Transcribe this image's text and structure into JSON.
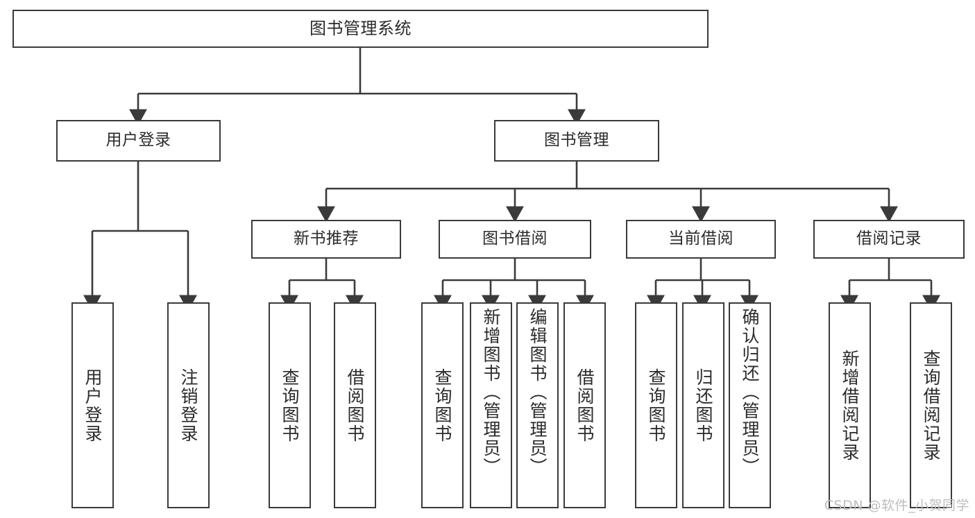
{
  "diagram": {
    "title": "图书管理系统",
    "type": "tree-hierarchy-chart",
    "stroke_color": "#3a3a3a",
    "text_color": "#2b2b2b",
    "background_color": "#ffffff"
  },
  "root": {
    "label": "图书管理系统"
  },
  "level1": [
    {
      "label": "用户登录"
    },
    {
      "label": "图书管理"
    }
  ],
  "level2": [
    {
      "label": "新书推荐"
    },
    {
      "label": "图书借阅"
    },
    {
      "label": "当前借阅"
    },
    {
      "label": "借阅记录"
    }
  ],
  "leaves": {
    "user_login": [
      {
        "label": "用户登录"
      },
      {
        "label": "注销登录"
      }
    ],
    "new_book_recommend": [
      {
        "label": "查询图书"
      },
      {
        "label": "借阅图书"
      }
    ],
    "book_borrow": [
      {
        "label": "查询图书"
      },
      {
        "label": "新增图书（管理员）"
      },
      {
        "label": "编辑图书（管理员）"
      },
      {
        "label": "借阅图书"
      }
    ],
    "current_borrow": [
      {
        "label": "查询图书"
      },
      {
        "label": "归还图书"
      },
      {
        "label": "确认归还（管理员）"
      }
    ],
    "borrow_record": [
      {
        "label": "新增借阅记录"
      },
      {
        "label": "查询借阅记录"
      }
    ]
  },
  "watermark": {
    "text": "CSDN @软件_小贺同学"
  }
}
